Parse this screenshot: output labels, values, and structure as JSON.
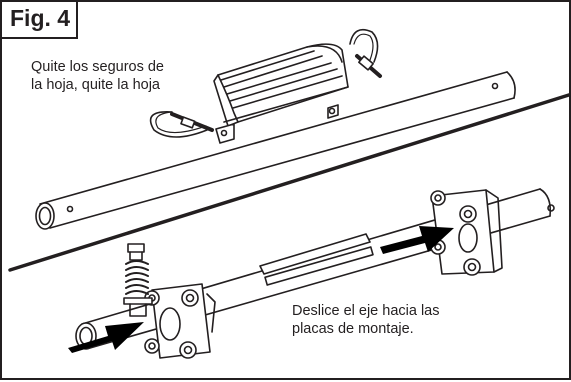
{
  "figure": {
    "label": "Fig. 4",
    "caption_top": {
      "line1": "Quite los seguros de",
      "line2": "la hoja, quite la hoja"
    },
    "caption_bottom": {
      "line1": "Deslice el eje hacia las",
      "line2": "placas de montaje."
    }
  },
  "colors": {
    "ink": "#231f20",
    "background": "#ffffff",
    "arrow": "#000000"
  },
  "icons": [
    "blade-icon",
    "lock-pin-icon",
    "shaft-icon",
    "mounting-plate-icon",
    "spring-icon",
    "arrow-icon"
  ]
}
